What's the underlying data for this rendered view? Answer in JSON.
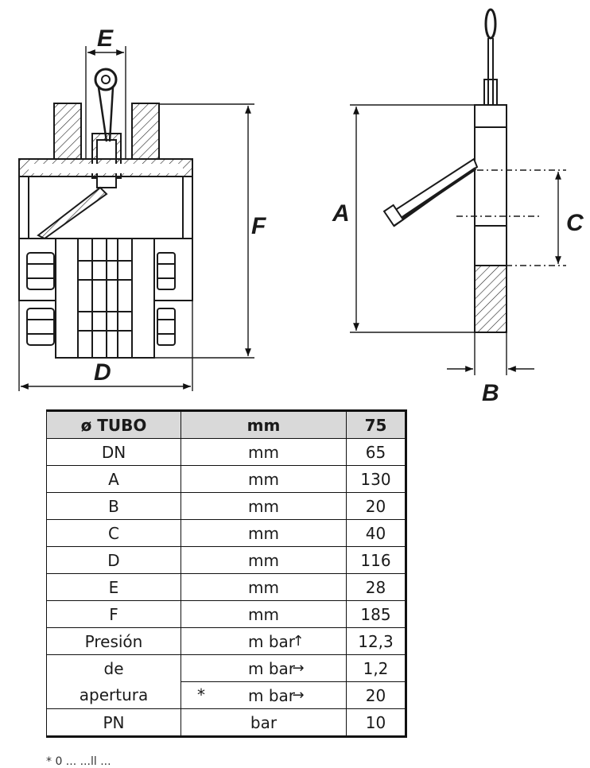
{
  "dimensions": {
    "E": "E",
    "F": "F",
    "D": "D",
    "A": "A",
    "C": "C",
    "B": "B"
  },
  "table": {
    "header": {
      "label": "ø TUBO",
      "unit": "mm",
      "value": "75"
    },
    "rows": [
      {
        "label": "DN",
        "unit": "mm",
        "value": "65"
      },
      {
        "label": "A",
        "unit": "mm",
        "value": "130"
      },
      {
        "label": "B",
        "unit": "mm",
        "value": "20"
      },
      {
        "label": "C",
        "unit": "mm",
        "value": "40"
      },
      {
        "label": "D",
        "unit": "mm",
        "value": "116"
      },
      {
        "label": "E",
        "unit": "mm",
        "value": "28"
      },
      {
        "label": "F",
        "unit": "mm",
        "value": "185"
      }
    ],
    "pressure": {
      "label_lines": [
        "Presión",
        "de",
        "apertura"
      ],
      "rows": [
        {
          "unit": "m bar",
          "arrow": "↑",
          "value": "12,3"
        },
        {
          "unit": "m bar",
          "arrow": "→",
          "value": "1,2"
        },
        {
          "unit": "m bar",
          "arrow": "→",
          "value": "20",
          "mark": "*"
        }
      ]
    },
    "pn": {
      "label": "PN",
      "unit": "bar",
      "value": "10"
    }
  },
  "footnote": "* 0 ... ...ll ..."
}
